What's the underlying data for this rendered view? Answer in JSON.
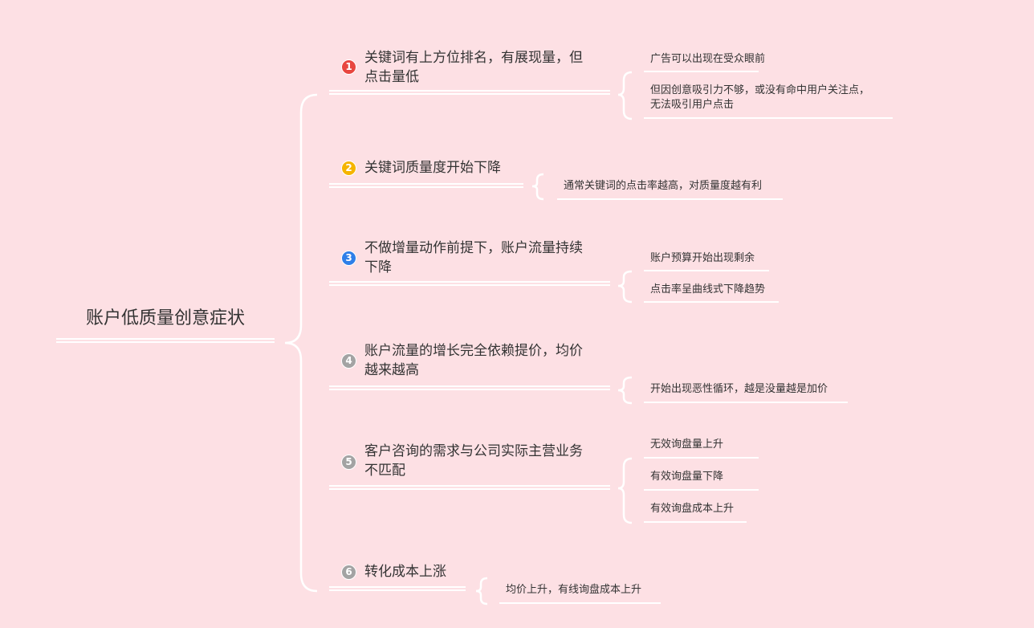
{
  "root": {
    "label": "账户低质量创意症状"
  },
  "branches": [
    {
      "number": "1",
      "color": "#e8463f",
      "label_line1": "关键词有上方位排名，有展现量，但",
      "label_line2": "点击量低",
      "leaves": [
        "广告可以出现在受众眼前",
        "但因创意吸引力不够，或没有命中用户关注点，",
        "无法吸引用户点击"
      ]
    },
    {
      "number": "2",
      "color": "#f5b400",
      "label_line1": "关键词质量度开始下降",
      "leaves": [
        "通常关键词的点击率越高，对质量度越有利"
      ]
    },
    {
      "number": "3",
      "color": "#2f7fe8",
      "label_line1": "不做增量动作前提下，账户流量持续",
      "label_line2": "下降",
      "leaves": [
        "账户预算开始出现剩余",
        "点击率呈曲线式下降趋势"
      ]
    },
    {
      "number": "4",
      "color": "#a3a3a3",
      "label_line1": "账户流量的增长完全依赖提价，均价",
      "label_line2": "越来越高",
      "leaves": [
        "开始出现恶性循环，越是没量越是加价"
      ]
    },
    {
      "number": "5",
      "color": "#a3a3a3",
      "label_line1": "客户咨询的需求与公司实际主营业务",
      "label_line2": "不匹配",
      "leaves": [
        "无效询盘量上升",
        "有效询盘量下降",
        "有效询盘成本上升"
      ]
    },
    {
      "number": "6",
      "color": "#a3a3a3",
      "label_line1": "转化成本上涨",
      "leaves": [
        "均价上升，有线询盘成本上升"
      ]
    }
  ]
}
